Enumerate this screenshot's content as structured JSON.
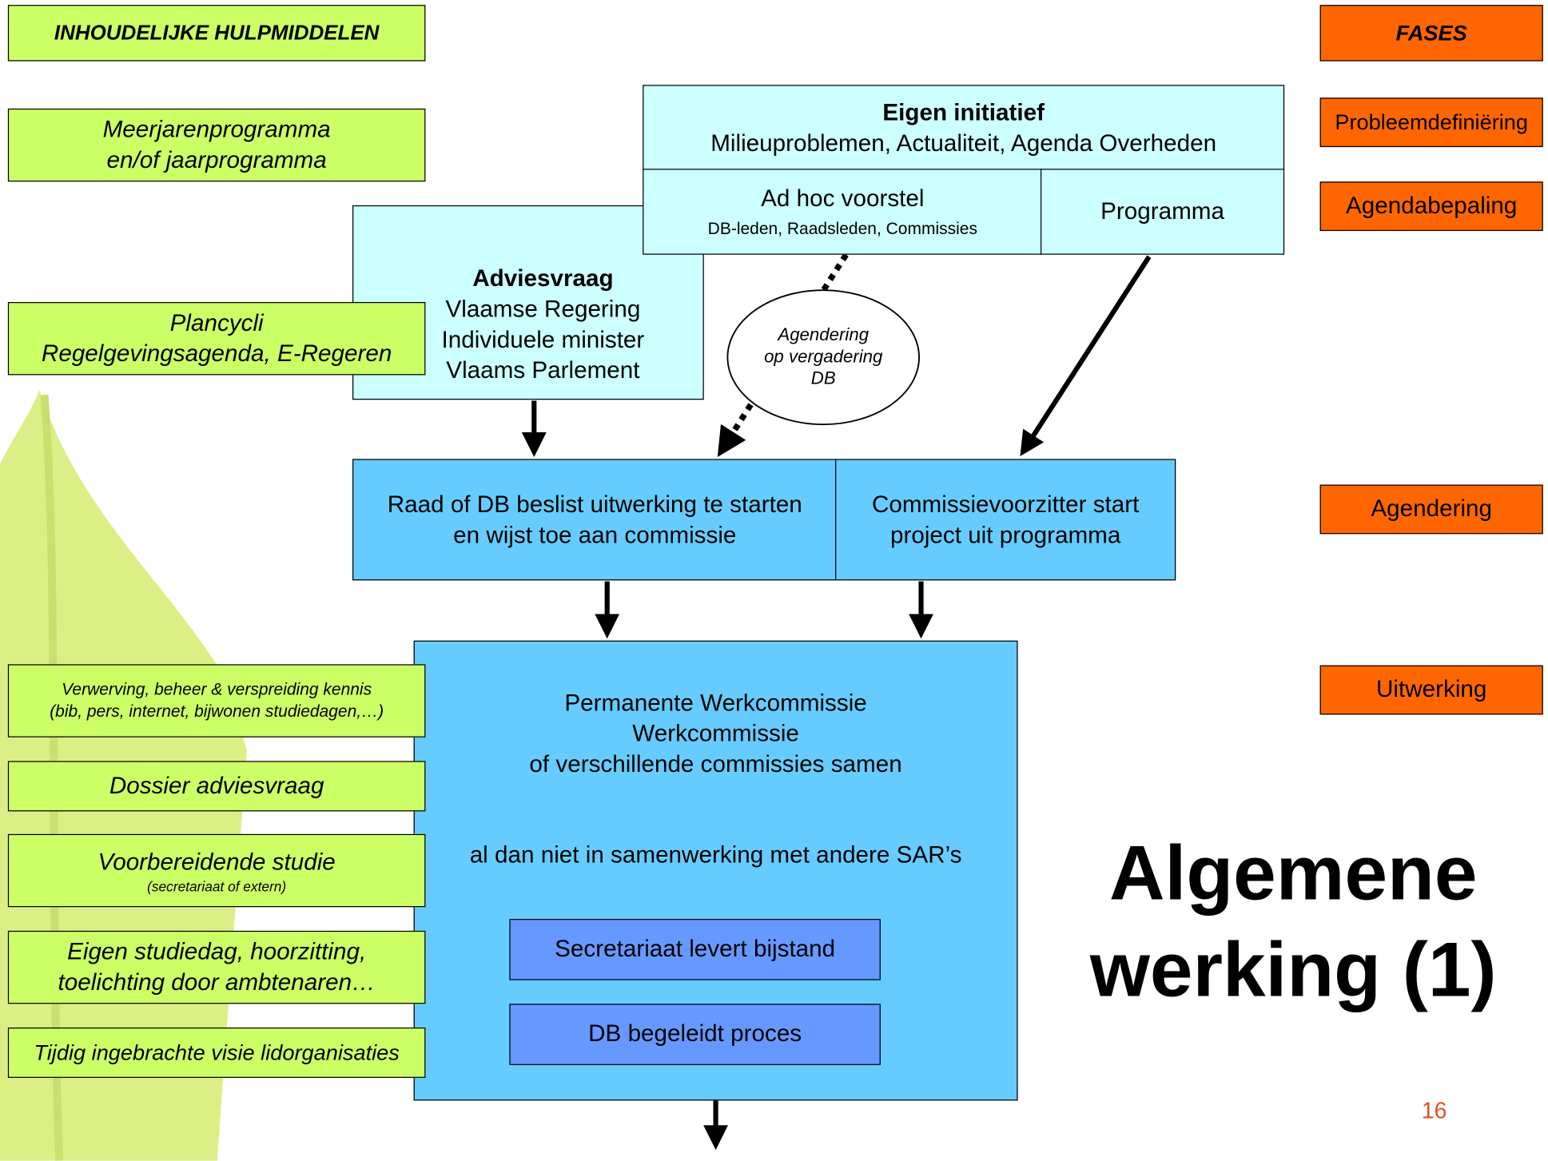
{
  "left_header": "INHOUDELIJKE HULPMIDDELEN",
  "left_tools": {
    "meerjaren_1": "Meerjarenprogramma",
    "meerjaren_2": "en/of jaarprogramma",
    "plancycli_1": "Plancycli",
    "plancycli_2": "Regelgevingsagenda, E-Regeren",
    "kennis_1": "Verwerving, beheer & verspreiding kennis",
    "kennis_2": "(bib, pers, internet, bijwonen studiedagen,…)",
    "dossier": "Dossier adviesvraag",
    "studie": "Voorbereidende studie",
    "studie_sub": "(secretariaat of extern)",
    "studiedag_1": "Eigen studiedag, hoorzitting,",
    "studiedag_2": "toelichting door ambtenaren…",
    "visie": "Tijdig ingebrachte visie lidorganisaties"
  },
  "phases": {
    "header": "FASES",
    "p1": "Probleemdefiniëring",
    "p2": "Agendabepaling",
    "p3": "Agendering",
    "p4": "Uitwerking"
  },
  "eigen_initiatief": {
    "title": "Eigen initiatief",
    "subtitle": "Milieuproblemen, Actualiteit, Agenda Overheden",
    "adhoc": "Ad hoc voorstel",
    "adhoc_sub": "DB-leden, Raadsleden, Commissies",
    "programma": "Programma"
  },
  "adviesvraag": {
    "title": "Adviesvraag",
    "l1": "Vlaamse Regering",
    "l2": "Individuele minister",
    "l3": "Vlaams Parlement"
  },
  "agendering_ellipse": {
    "l1": "Agendering",
    "l2": "op vergadering",
    "l3": "DB"
  },
  "raad": {
    "l1": "Raad of DB beslist uitwerking te starten",
    "l2": "en wijst toe aan commissie"
  },
  "voorzitter": {
    "l1": "Commissievoorzitter start",
    "l2": "project uit programma"
  },
  "commissie": {
    "l1": "Permanente Werkcommissie",
    "l2": "Werkcommissie",
    "l3": "of verschillende commissies samen",
    "l4": "al dan niet in samenwerking met andere SAR’s",
    "secretariaat": "Secretariaat levert bijstand",
    "db": "DB begeleidt proces"
  },
  "title_l1": "Algemene",
  "title_l2": "werking (1)",
  "page_number": "16",
  "colors": {
    "green": "#ccff66",
    "orange": "#ff6600",
    "light_cyan": "#ccffff",
    "sky_blue": "#66ccff",
    "blue": "#6699ff",
    "leaf": "#dcef86"
  }
}
